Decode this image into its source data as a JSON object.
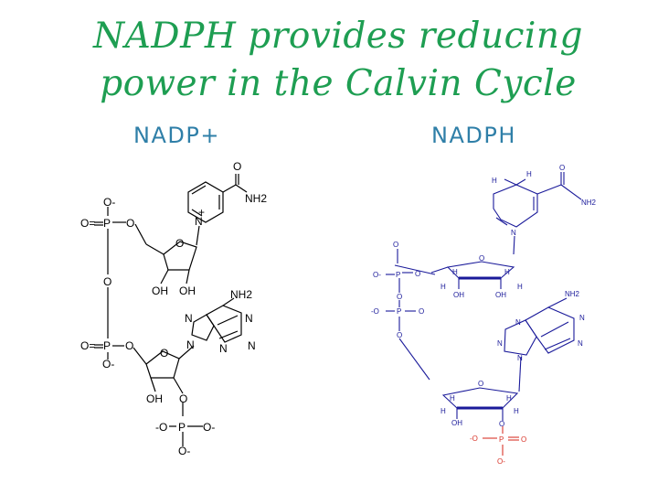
{
  "slide": {
    "title_line1": "NADPH provides reducing",
    "title_line2": "power in the Calvin Cycle",
    "left_label": "NADP+",
    "right_label": "NADPH"
  },
  "nadp_plus": {
    "atoms": {
      "O_carbonyl": "O",
      "NH2_amide": "NH2",
      "N_plus": "N",
      "plus": "+",
      "O_minus_top": "O-",
      "O_dbl_top": "O=",
      "P_top": "P",
      "O_ester_top": "O",
      "O_bridge": "O",
      "O_ring_top": "O",
      "OH_1": "OH",
      "OH_2": "OH",
      "NH2_adenine": "NH2",
      "N_a1": "N",
      "N_a2": "N",
      "N_a3": "N",
      "N_a4": "N",
      "N_a5": "N",
      "O_dbl_low": "O=",
      "P_low": "P",
      "O_ester_low": "O",
      "O_minus_low": "O-",
      "O_ring_low": "O",
      "OH_3": "OH",
      "O_phos": "O",
      "O_minus_l": "-O",
      "P_ribose": "P",
      "O_minus_r": "O-",
      "O_minus_b": "O-"
    }
  },
  "nadph": {
    "atoms": {
      "H1": "H",
      "H2": "H",
      "O_carbonyl": "O",
      "NH2_amide": "NH2",
      "N_ring": "N",
      "O_ester": "O",
      "O_minus_1": "O-",
      "P1": "P",
      "O_dbl_1": "O",
      "O_bridge": "O",
      "O_minus_2": "-O",
      "P2": "P",
      "O_dbl_2": "O",
      "O_ester_2": "O",
      "O_ring_1": "O",
      "H_r1a": "H",
      "H_r1b": "H",
      "H_r1c": "H",
      "H_r1d": "H",
      "OH_1": "OH",
      "OH_2": "OH",
      "NH2_adenine": "NH2",
      "N_a1": "N",
      "N_a2": "N",
      "N_a3": "N",
      "N_a4": "N",
      "N_a5": "N",
      "O_ring_2": "O",
      "H_r2a": "H",
      "H_r2b": "H",
      "H_r2c": "H",
      "H_r2d": "H",
      "OH_3": "OH",
      "O_phos": "O",
      "O_minus_l": "-O",
      "P_ribose": "P",
      "O_dbl_r": "O",
      "O_minus_b": "O-"
    }
  },
  "colors": {
    "title": "#1e9e52",
    "labels": "#2f7fa8",
    "nadp_bonds": "#000000",
    "nadph_bonds": "#1a1a9a",
    "nadph_phosphate": "#d9362b"
  }
}
